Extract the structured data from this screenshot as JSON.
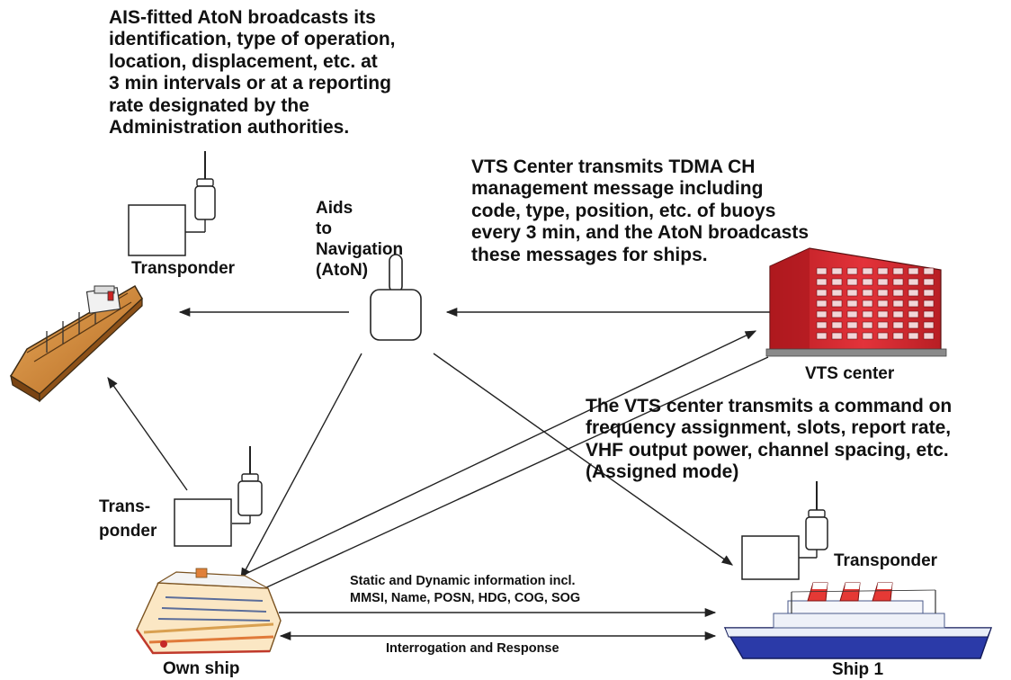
{
  "labels": {
    "aton_description": "AIS-fitted AtoN broadcasts its\nidentification, type of operation,\nlocation, displacement, etc. at\n3 min intervals or at a reporting\nrate designated by the\nAdministration authorities.",
    "vts_management": "VTS Center transmits TDMA CH\nmanagement message including\ncode, type, position, etc. of buoys\nevery 3 min, and the AtoN broadcasts\nthese messages for ships.",
    "aton_label": "Aids\nto\nNavigation\n(AtoN)",
    "transponder_top": "Transponder",
    "vts_center": "VTS center",
    "vts_command": "The VTS center transmits a command on\nfrequency assignment, slots, report rate,\nVHF output power, channel spacing, etc.\n(Assigned mode)",
    "transponder_left": "Trans-\nponder",
    "transponder_right": "Transponder",
    "static_dynamic": "Static and Dynamic information incl.\nMMSI, Name, POSN, HDG, COG, SOG",
    "interrogation": "Interrogation and Response",
    "own_ship": "Own ship",
    "ship1": "Ship 1"
  },
  "colors": {
    "line": "#222222",
    "building_red": "#d9262b",
    "tanker_hull": "#c6822d",
    "ship_hull_blue": "#2b3aa8"
  }
}
